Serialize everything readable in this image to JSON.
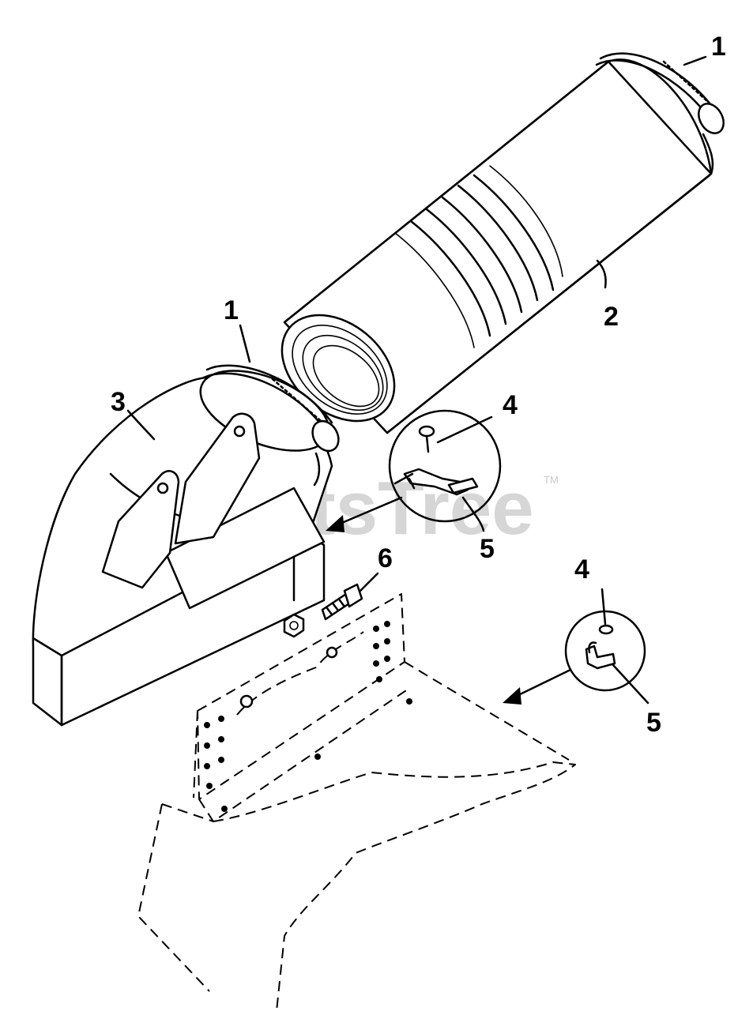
{
  "watermark": {
    "text": "PartsTree",
    "trademark": "TM"
  },
  "callouts": [
    {
      "id": "c1a",
      "text": "1"
    },
    {
      "id": "c2",
      "text": "2"
    },
    {
      "id": "c1b",
      "text": "1"
    },
    {
      "id": "c3",
      "text": "3"
    },
    {
      "id": "c4a",
      "text": "4"
    },
    {
      "id": "c5a",
      "text": "5"
    },
    {
      "id": "c6",
      "text": "6"
    },
    {
      "id": "c4b",
      "text": "4"
    },
    {
      "id": "c5b",
      "text": "5"
    }
  ],
  "colors": {
    "line": "#000000",
    "background": "#ffffff",
    "watermark": "#d6d6d6"
  }
}
